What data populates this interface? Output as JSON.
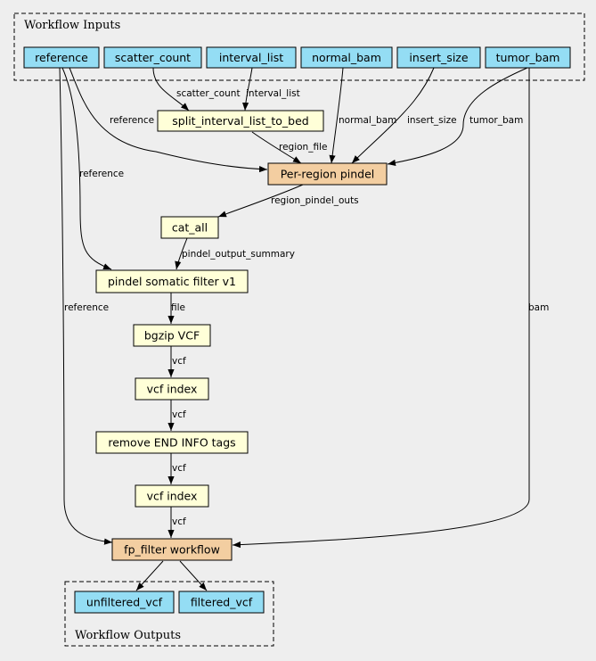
{
  "clusters": {
    "inputs_label": "Workflow Inputs",
    "outputs_label": "Workflow Outputs"
  },
  "nodes": {
    "reference": "reference",
    "scatter_count": "scatter_count",
    "interval_list": "interval_list",
    "normal_bam": "normal_bam",
    "insert_size": "insert_size",
    "tumor_bam": "tumor_bam",
    "split_interval_list_to_bed": "split_interval_list_to_bed",
    "per_region_pindel": "Per-region pindel",
    "cat_all": "cat_all",
    "pindel_somatic_filter": "pindel somatic filter v1",
    "bgzip_vcf": "bgzip VCF",
    "vcf_index_1": "vcf index",
    "remove_end_info_tags": "remove END INFO tags",
    "vcf_index_2": "vcf index",
    "fp_filter_workflow": "fp_filter workflow",
    "unfiltered_vcf": "unfiltered_vcf",
    "filtered_vcf": "filtered_vcf"
  },
  "edges": {
    "scatter_count": "scatter_count",
    "interval_list": "interval_list",
    "reference_to_pindel": "reference",
    "normal_bam": "normal_bam",
    "insert_size": "insert_size",
    "tumor_bam": "tumor_bam",
    "region_file": "region_file",
    "reference_to_filter": "reference",
    "region_pindel_outs": "region_pindel_outs",
    "pindel_output_summary": "pindel_output_summary",
    "file": "file",
    "vcf_1": "vcf",
    "vcf_2": "vcf",
    "vcf_3": "vcf",
    "vcf_4": "vcf",
    "reference_to_fp": "reference",
    "bam": "bam"
  }
}
